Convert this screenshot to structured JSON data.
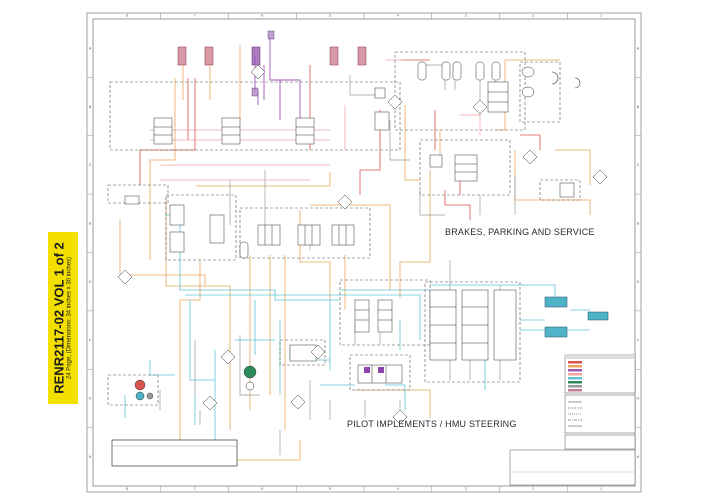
{
  "spine": {
    "title": "RENR2117-02 VOL 1 of 2",
    "subtitle": "24 Page, (Dimensions: 34 inches x 30 inches)"
  },
  "sections": {
    "brakes": "BRAKES, PARKING AND SERVICE",
    "pilot": "PILOT IMPLEMENTS / HMU STEERING"
  },
  "border": {
    "columns": [
      "8",
      "7",
      "6",
      "5",
      "4",
      "3",
      "2",
      "1"
    ],
    "rows": [
      "A",
      "B",
      "C",
      "D",
      "E",
      "F",
      "G",
      "H"
    ]
  },
  "colors": {
    "pilot_orange": "#e8a55e",
    "pilot_cyan": "#5fc3d6",
    "pressure_red": "#d9534f",
    "supply_purple": "#9b59b6",
    "tank_gray": "#9a9a9a",
    "return_pink": "#f2a0a0",
    "component_magenta": "#c08090",
    "cylinder_cyan": "#4fb3c9",
    "spine_yellow": "#f4e000"
  }
}
